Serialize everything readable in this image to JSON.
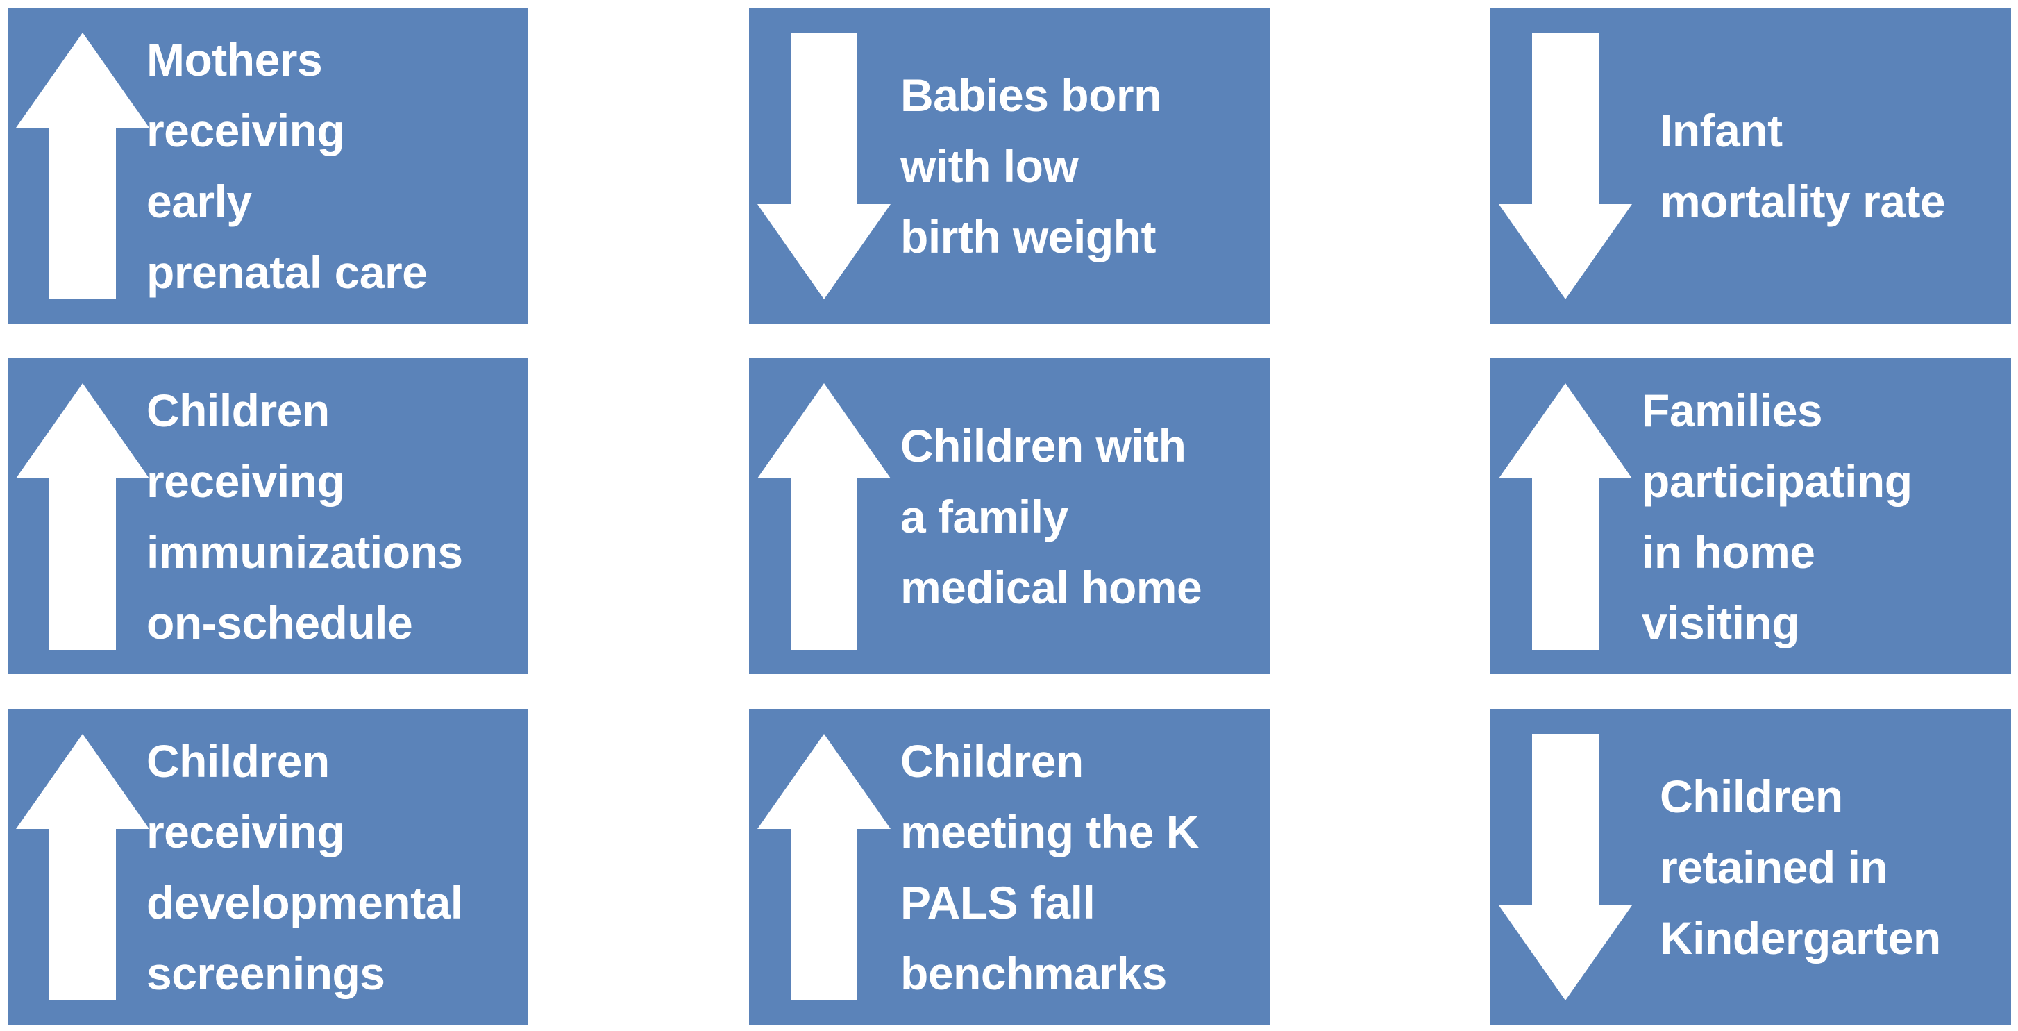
{
  "theme": {
    "card_fill": "#5B83B9",
    "arrow_fill": "#FFFFFF",
    "text_color": "#FFFFFF",
    "page_background": "#FFFFFF"
  },
  "diagram": {
    "type": "indicator-grid",
    "columns": 3,
    "rows": 3,
    "cards": [
      {
        "id": "mothers-early-prenatal-care",
        "direction": "up",
        "icon": "arrow-up-icon",
        "label": "Mothers\nreceiving\nearly\nprenatal care"
      },
      {
        "id": "babies-low-birth-weight",
        "direction": "down",
        "icon": "arrow-down-icon",
        "label": "Babies born\nwith low\nbirth weight"
      },
      {
        "id": "infant-mortality-rate",
        "direction": "down",
        "icon": "arrow-down-icon",
        "label": "Infant\nmortality rate"
      },
      {
        "id": "children-immunizations-on-schedule",
        "direction": "up",
        "icon": "arrow-up-icon",
        "label": "Children\nreceiving\nimmunizations\non-schedule"
      },
      {
        "id": "children-family-medical-home",
        "direction": "up",
        "icon": "arrow-up-icon",
        "label": "Children with\na family\nmedical home"
      },
      {
        "id": "families-home-visiting",
        "direction": "up",
        "icon": "arrow-up-icon",
        "label": "Families\nparticipating\nin home\nvisiting"
      },
      {
        "id": "children-developmental-screenings",
        "direction": "up",
        "icon": "arrow-up-icon",
        "label": "Children\nreceiving\ndevelopmental\nscreenings"
      },
      {
        "id": "children-k-pals-fall-benchmarks",
        "direction": "up",
        "icon": "arrow-up-icon",
        "label": "Children\nmeeting the K\nPALS fall\nbenchmarks"
      },
      {
        "id": "children-retained-kindergarten",
        "direction": "down",
        "icon": "arrow-down-icon",
        "label": "Children\nretained in\nKindergarten"
      }
    ]
  }
}
